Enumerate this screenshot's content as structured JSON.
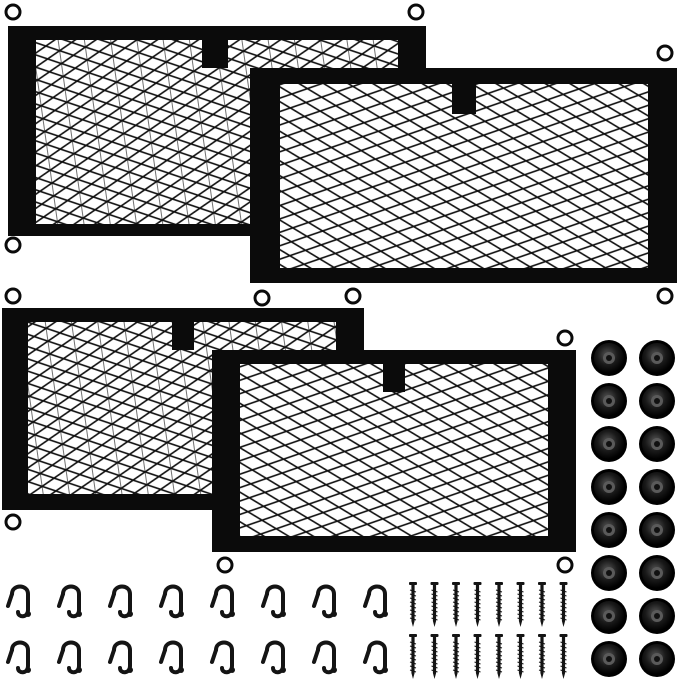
{
  "colors": {
    "background": "#ffffff",
    "frame": "#0b0b0b",
    "mesh": "#111111",
    "hardware": "#141414",
    "highlight": "#5a5a5a"
  },
  "items": [
    {
      "name": "storage-net",
      "icon": "cargo-net-icon",
      "count": 4
    },
    {
      "name": "plastic-s-hook",
      "icon": "hook-icon",
      "count": 16
    },
    {
      "name": "screw",
      "icon": "screw-icon",
      "count": 16
    },
    {
      "name": "nut-washer",
      "icon": "washer-icon",
      "count": 16
    }
  ]
}
